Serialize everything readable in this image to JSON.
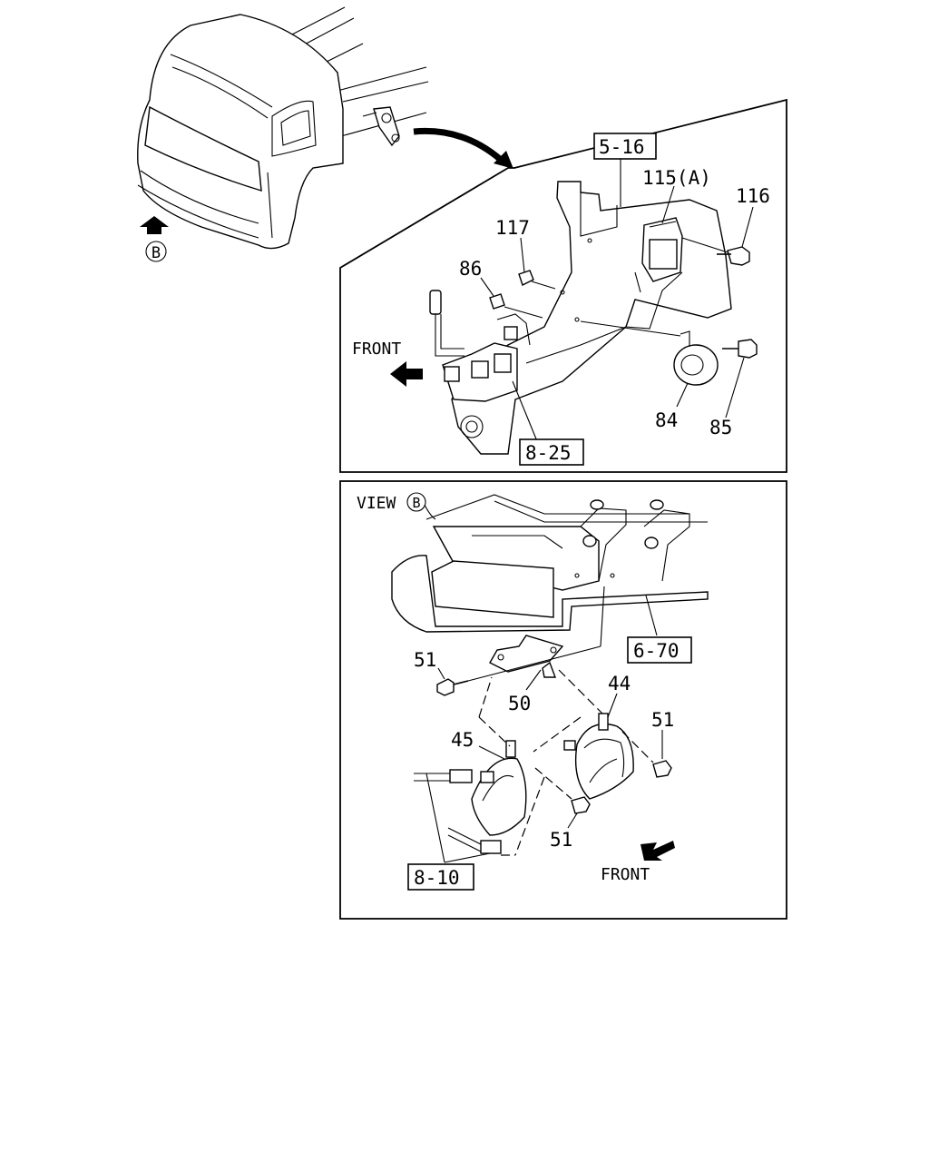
{
  "view_marker": "B",
  "upper_panel": {
    "labels": [
      "5-16",
      "115(A)",
      "116",
      "117",
      "86",
      "FRONT",
      "84",
      "85",
      "8-25"
    ]
  },
  "lower_panel": {
    "view_label": "VIEW",
    "labels": [
      "6-70",
      "51",
      "50",
      "44",
      "51",
      "45",
      "51",
      "8-10",
      "FRONT"
    ]
  }
}
